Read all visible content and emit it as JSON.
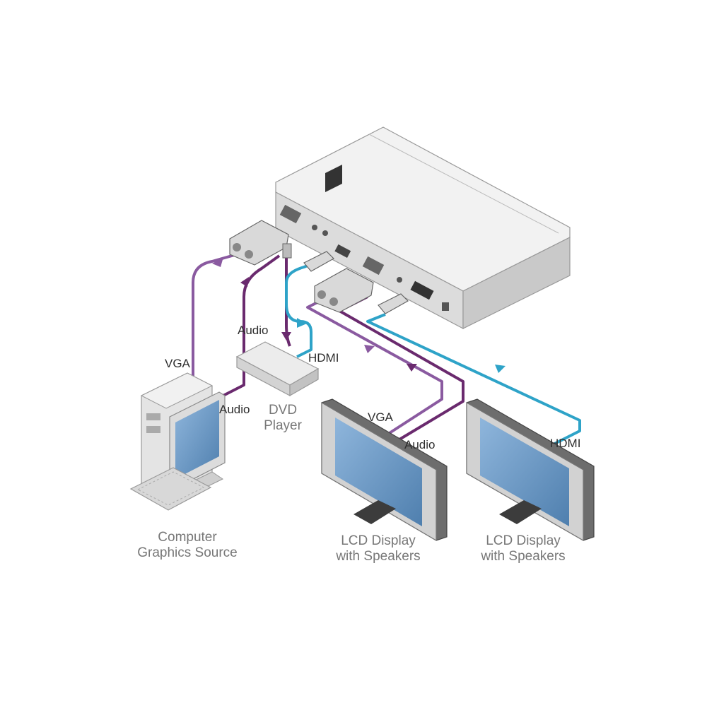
{
  "colors": {
    "vga_cable": "#8a5aa0",
    "audio_cable": "#6a2a6e",
    "hdmi_cable": "#2ea3c8",
    "device_body": "#e6e6e6",
    "screen": "#6e9cc8"
  },
  "labels": {
    "vga_in": "VGA",
    "audio_in": "Audio",
    "audio_dvd": "Audio",
    "hdmi_dvd": "HDMI",
    "vga_out": "VGA",
    "audio_out": "Audio",
    "hdmi_out": "HDMI"
  },
  "captions": {
    "dvd_line1": "DVD",
    "dvd_line2": "Player",
    "computer_line1": "Computer",
    "computer_line2": "Graphics Source",
    "lcd1_line1": "LCD Display",
    "lcd1_line2": "with Speakers",
    "lcd2_line1": "LCD Display",
    "lcd2_line2": "with Speakers"
  },
  "icons": {
    "switcher": "av-switcher-icon",
    "dvd": "dvd-player-icon",
    "computer": "computer-icon",
    "display": "lcd-display-icon"
  }
}
